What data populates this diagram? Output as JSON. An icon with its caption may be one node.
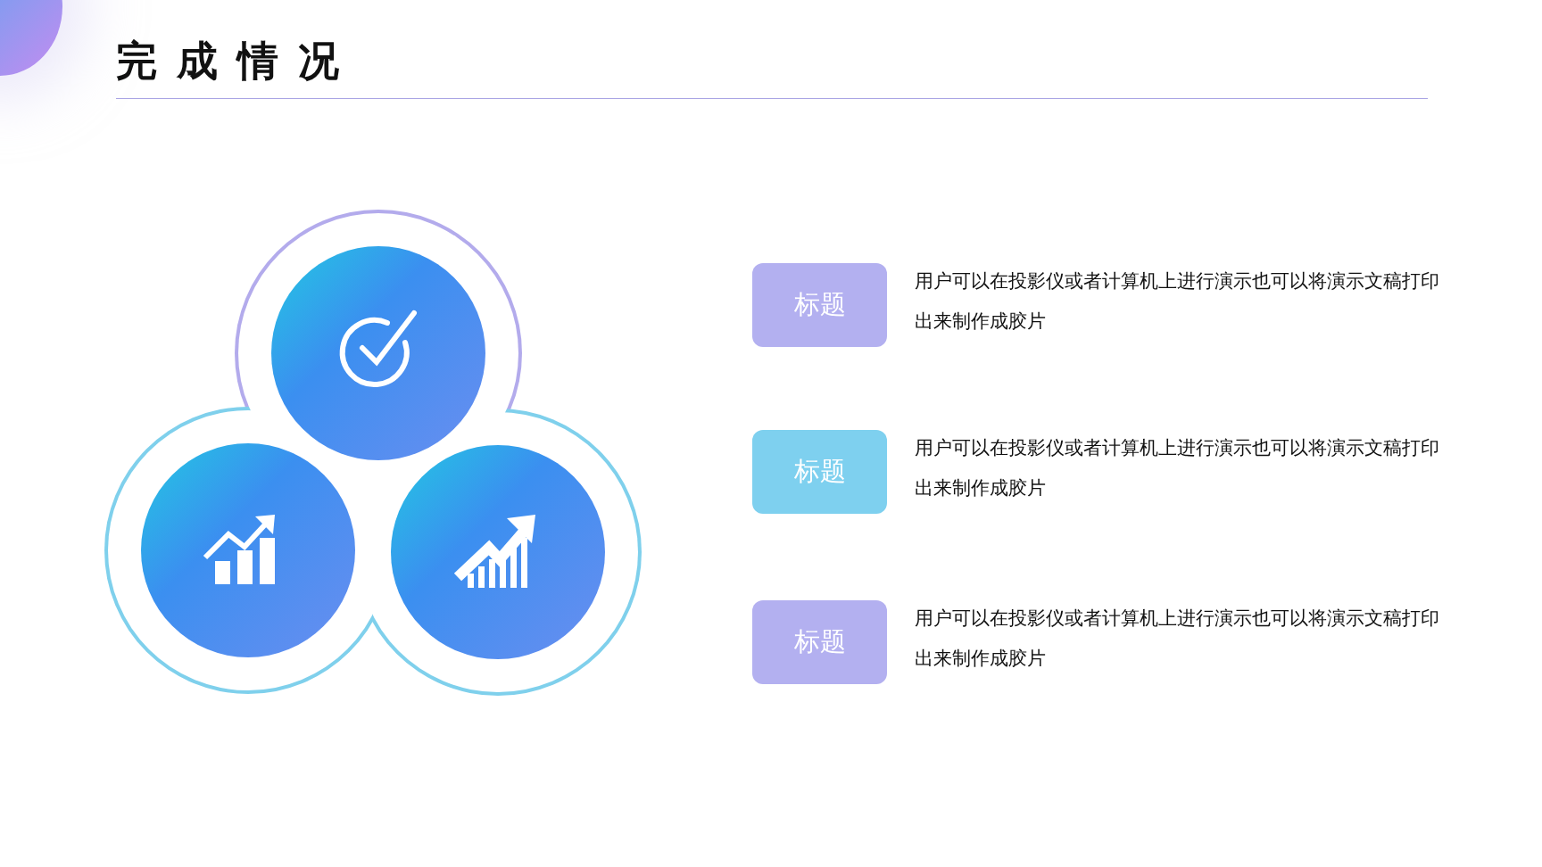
{
  "diagram": {
    "title": "完成情况",
    "nodes": [
      {
        "text": [
          "标题"
        ],
        "beside": [
          "用户可以在投影仪或者计算机上进行演示也可以将演示文稿打印出来制作成胶片"
        ]
      },
      {
        "text": [
          "标题"
        ],
        "beside": [
          "用户可以在投影仪或者计算机上进行演示也可以将演示文稿打印出来制作成胶片"
        ]
      },
      {
        "text": [
          "标题"
        ],
        "beside": [
          "用户可以在投影仪或者计算机上进行演示也可以将演示文稿打印出来制作成胶片"
        ]
      }
    ]
  }
}
